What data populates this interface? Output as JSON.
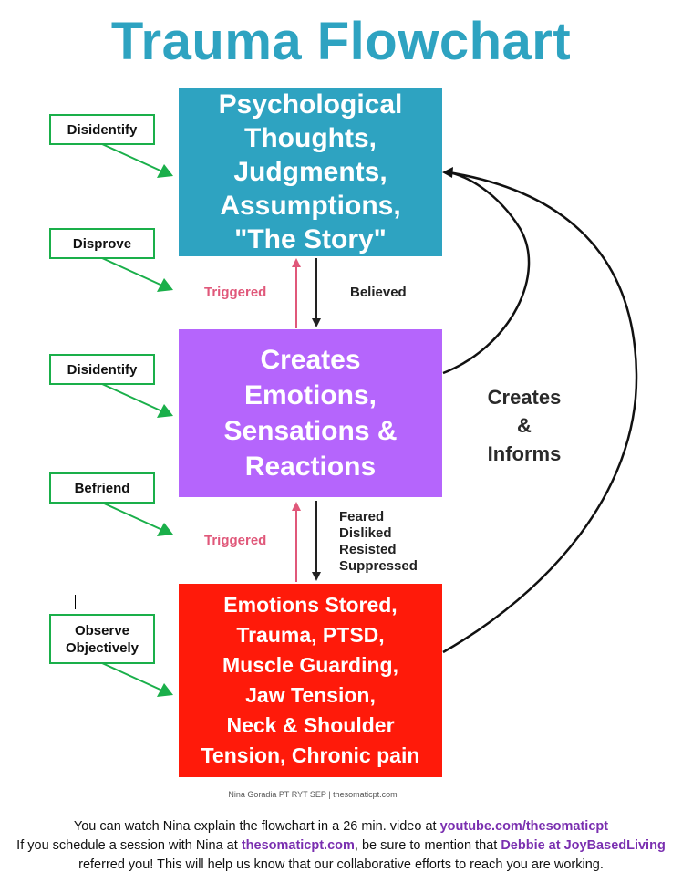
{
  "title": "Trauma Flowchart",
  "boxes": {
    "thoughts": "Psychological\nThoughts,\nJudgments,\nAssumptions,\n\"The Story\"",
    "emotions": "Creates\nEmotions,\nSensations &\nReactions",
    "stored": "Emotions Stored,\nTrauma, PTSD,\nMuscle Guarding,\nJaw Tension,\nNeck & Shoulder\nTension, Chronic pain"
  },
  "interventions": [
    {
      "label": "Disidentify"
    },
    {
      "label": "Disprove"
    },
    {
      "label": "Disidentify"
    },
    {
      "label": "Befriend"
    },
    {
      "label": "Observe\nObjectively"
    }
  ],
  "connectors": {
    "triggered_top": "Triggered",
    "believed": "Believed",
    "triggered_bottom": "Triggered",
    "suppression_list": "Feared\nDisliked\nResisted\nSuppressed",
    "creates_informs": "Creates\n&\nInforms"
  },
  "colors": {
    "title": "#2ea3c1",
    "thoughts_box": "#2ea3c1",
    "emotions_box": "#b565fc",
    "stored_box": "#ff1a0a",
    "intervention_green": "#1aaf4a",
    "triggered_pink": "#e0587a",
    "link_purple": "#7a2fb0"
  },
  "credit": "Nina Goradia PT RYT SEP | thesomaticpt.com",
  "footer": {
    "line1_prefix": "You can watch Nina explain the flowchart in a 26 min. video at ",
    "line1_link": "youtube.com/thesomaticpt",
    "line2_prefix": "If you schedule a session with Nina at ",
    "line2_link": "thesomaticpt.com",
    "line2_middle": ", be sure to mention that ",
    "line2_link2": "Debbie at JoyBasedLiving",
    "line3": "referred you! This will help us know that our collaborative efforts to reach you are working."
  }
}
